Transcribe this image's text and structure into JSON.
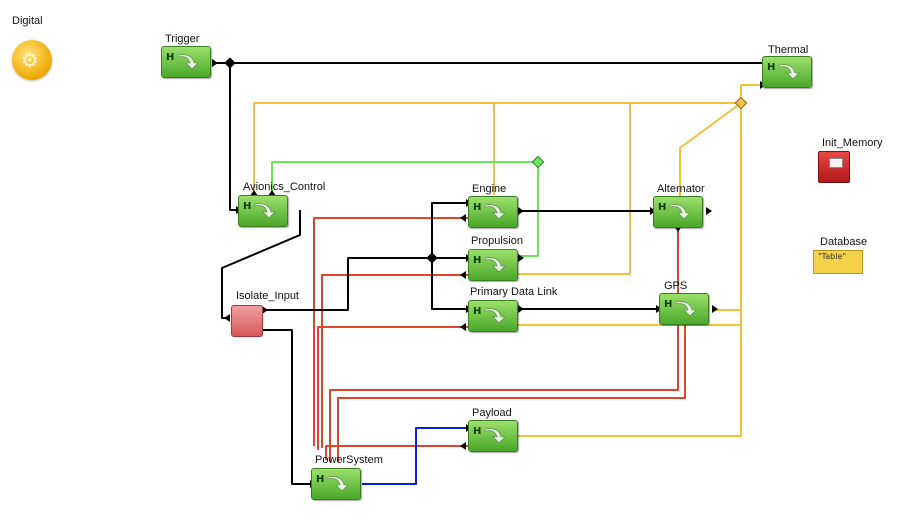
{
  "palette": {
    "black_wire": "#000000",
    "yellow_wire": "#f5c13d",
    "red_wire": "#e0452a",
    "green_wire": "#6ee45c",
    "blue_wire": "#0b1fd6",
    "block_green": "#5bb83a"
  },
  "icons": {
    "digital": "gears-icon",
    "block": "hierarchy-arrow-icon",
    "memory": "memory-store-icon",
    "database": "table-icon"
  },
  "labels": {
    "digital": "Digital",
    "trigger": "Trigger",
    "thermal": "Thermal",
    "init_memory": "Init_Memory",
    "database": "Database",
    "database_table": "\"Table\"",
    "avionics_control": "Avionics_Control",
    "engine": "Engine",
    "alternator": "Alternator",
    "propulsion": "Propulsion",
    "isolate_input": "Isolate_Input",
    "primary_data_link": "Primary Data Link",
    "gps": "GPS",
    "payload": "Payload",
    "power_system": "PowerSystem",
    "block_h": "H"
  }
}
